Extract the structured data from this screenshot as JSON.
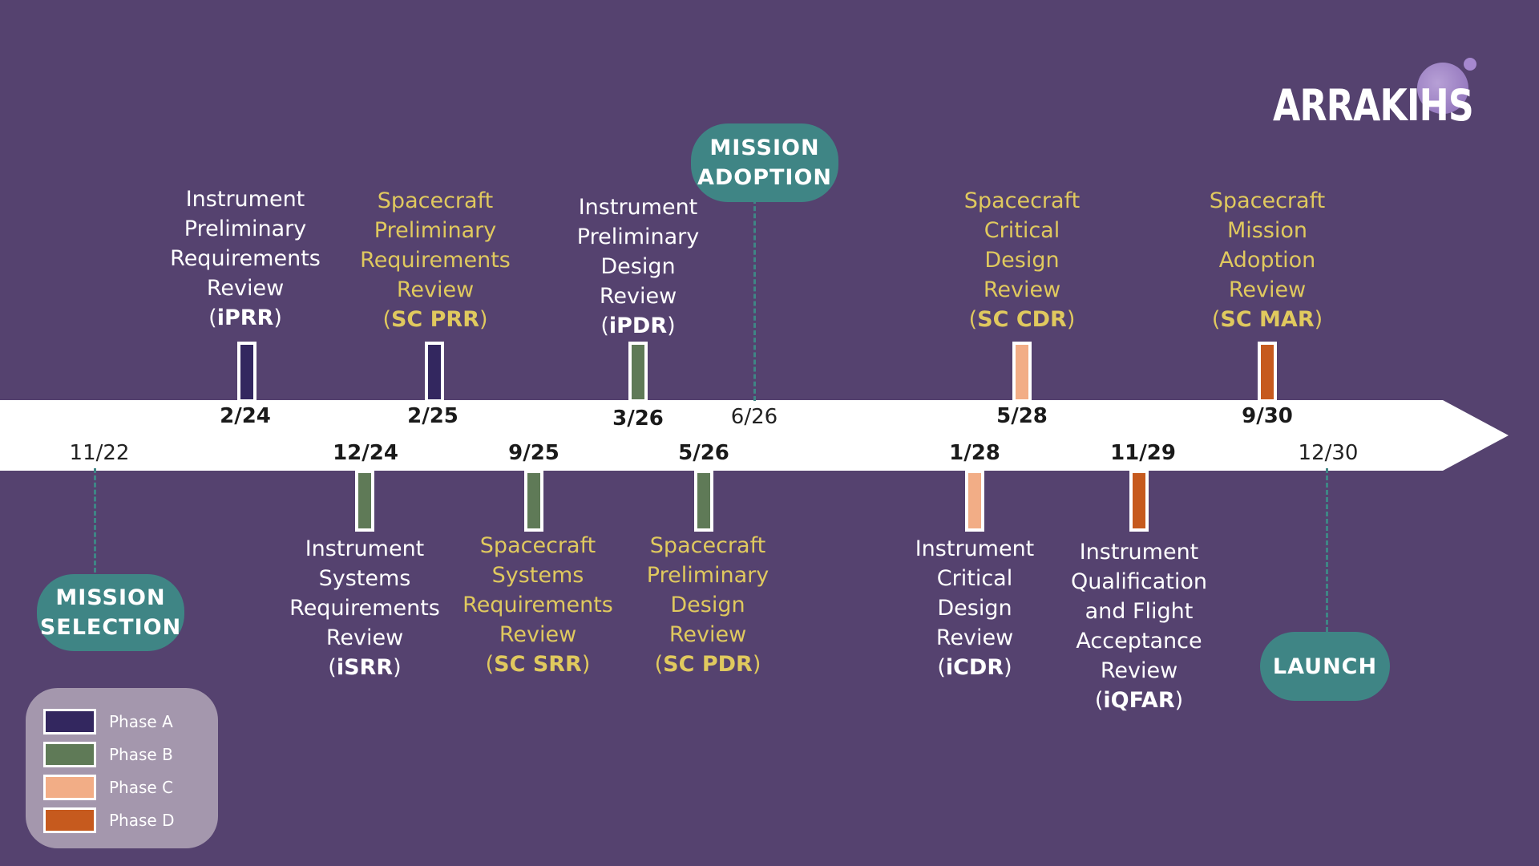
{
  "logo": {
    "text": "ARRAKIHS"
  },
  "colors": {
    "background": "#55426f",
    "phase_a": "#33275f",
    "phase_b": "#5f7a57",
    "phase_c": "#f2ad86",
    "phase_d": "#c65a1e",
    "spacecraft_text": "#e0c95e",
    "instrument_text": "#ffffff",
    "milestone_pill": "#3f8585"
  },
  "milestones": {
    "mission_selection": {
      "line1": "MISSION",
      "line2": "SELECTION",
      "date": "11/22"
    },
    "mission_adoption": {
      "line1": "MISSION",
      "line2": "ADOPTION",
      "date": "6/26"
    },
    "launch": {
      "line1": "LAUNCH",
      "date": "12/30"
    }
  },
  "reviews": {
    "iprr": {
      "lines": [
        "Instrument",
        "Preliminary",
        "Requirements",
        "Review"
      ],
      "code": "iPRR",
      "date": "2/24",
      "phase": "A"
    },
    "scprr": {
      "lines": [
        "Spacecraft",
        "Preliminary",
        "Requirements",
        "Review"
      ],
      "code": "SC PRR",
      "date": "2/25",
      "phase": "A"
    },
    "ipdr": {
      "lines": [
        "Instrument",
        "Preliminary",
        "Design",
        "Review"
      ],
      "code": "iPDR",
      "date": "3/26",
      "phase": "B"
    },
    "sccdr": {
      "lines": [
        "Spacecraft",
        "Critical",
        "Design",
        "Review"
      ],
      "code": "SC CDR",
      "date": "5/28",
      "phase": "C"
    },
    "scmar": {
      "lines": [
        "Spacecraft",
        "Mission",
        "Adoption",
        "Review"
      ],
      "code": "SC MAR",
      "date": "9/30",
      "phase": "D"
    },
    "isrr": {
      "lines": [
        "Instrument",
        "Systems",
        "Requirements",
        "Review"
      ],
      "code": "iSRR",
      "date": "12/24",
      "phase": "B"
    },
    "scsrr": {
      "lines": [
        "Spacecraft",
        "Systems",
        "Requirements",
        "Review"
      ],
      "code": "SC SRR",
      "date": "9/25",
      "phase": "B"
    },
    "scpdr": {
      "lines": [
        "Spacecraft",
        "Preliminary",
        "Design",
        "Review"
      ],
      "code": "SC PDR",
      "date": "5/26",
      "phase": "B"
    },
    "icdr": {
      "lines": [
        "Instrument",
        "Critical",
        "Design",
        "Review"
      ],
      "code": "iCDR",
      "date": "1/28",
      "phase": "C"
    },
    "iqfar": {
      "lines": [
        "Instrument",
        "Qualification",
        "and Flight",
        "Acceptance",
        "Review"
      ],
      "code": "iQFAR",
      "date": "11/29",
      "phase": "D"
    }
  },
  "legend": [
    {
      "label": "Phase A",
      "color": "#33275f"
    },
    {
      "label": "Phase B",
      "color": "#5f7a57"
    },
    {
      "label": "Phase C",
      "color": "#f2ad86"
    },
    {
      "label": "Phase D",
      "color": "#c65a1e"
    }
  ]
}
